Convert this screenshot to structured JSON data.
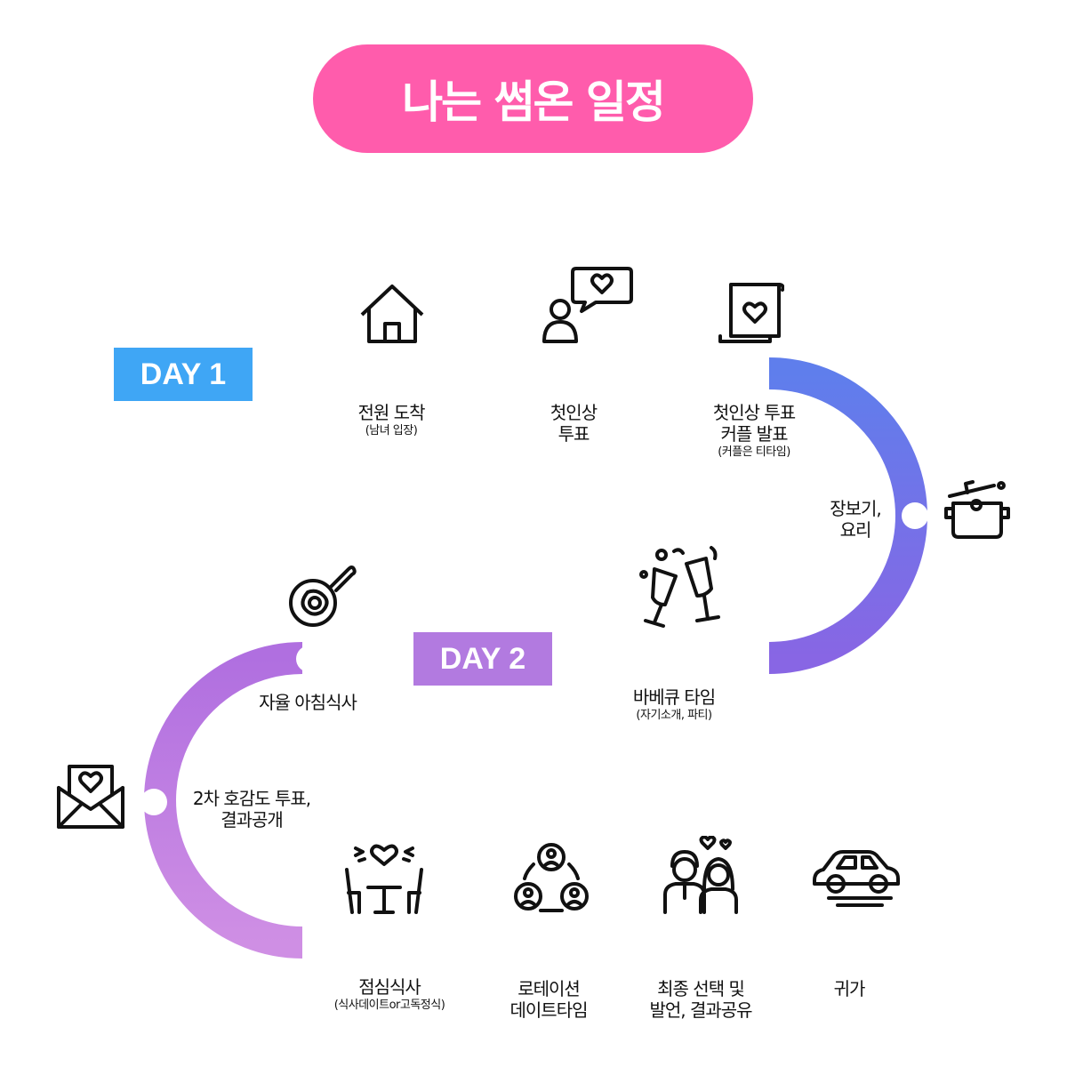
{
  "title": "나는 썸온 일정",
  "colors": {
    "title_bg": "#ff5cac",
    "day1_box": "#3fa6f5",
    "day2_box": "#b27ae0",
    "route_start": "#1a8ff5",
    "route_mid": "#8466e6",
    "route_end": "#efbde6"
  },
  "days": [
    {
      "label": "DAY 1"
    },
    {
      "label": "DAY 2"
    }
  ],
  "stops": [
    {
      "lines": [
        "전원 도착"
      ],
      "sub": "(남녀 입장)",
      "icon": "house-icon"
    },
    {
      "lines": [
        "첫인상",
        "투표"
      ],
      "sub": "",
      "icon": "chat-heart-icon"
    },
    {
      "lines": [
        "첫인상 투표",
        "커플 발표"
      ],
      "sub": "(커플은 티타임)",
      "icon": "letter-heart-icon"
    },
    {
      "lines": [
        "장보기,",
        "요리"
      ],
      "sub": "",
      "icon": "cooking-pot-icon"
    },
    {
      "lines": [
        "바베큐 타임"
      ],
      "sub": "(자기소개, 파티)",
      "icon": "champagne-toast-icon"
    },
    {
      "lines": [
        "자율 아침식사"
      ],
      "sub": "",
      "icon": "frying-pan-icon"
    },
    {
      "lines": [
        "2차 호감도 투표,",
        "결과공개"
      ],
      "sub": "",
      "icon": "envelope-heart-icon"
    },
    {
      "lines": [
        "점심식사"
      ],
      "sub": "(식사데이트or고독정식)",
      "icon": "date-table-icon"
    },
    {
      "lines": [
        "로테이션",
        "데이트타임"
      ],
      "sub": "",
      "icon": "people-rotation-icon"
    },
    {
      "lines": [
        "최종 선택 및",
        "발언, 결과공유"
      ],
      "sub": "",
      "icon": "couple-icon"
    },
    {
      "lines": [
        "귀가"
      ],
      "sub": "",
      "icon": "car-icon"
    }
  ]
}
